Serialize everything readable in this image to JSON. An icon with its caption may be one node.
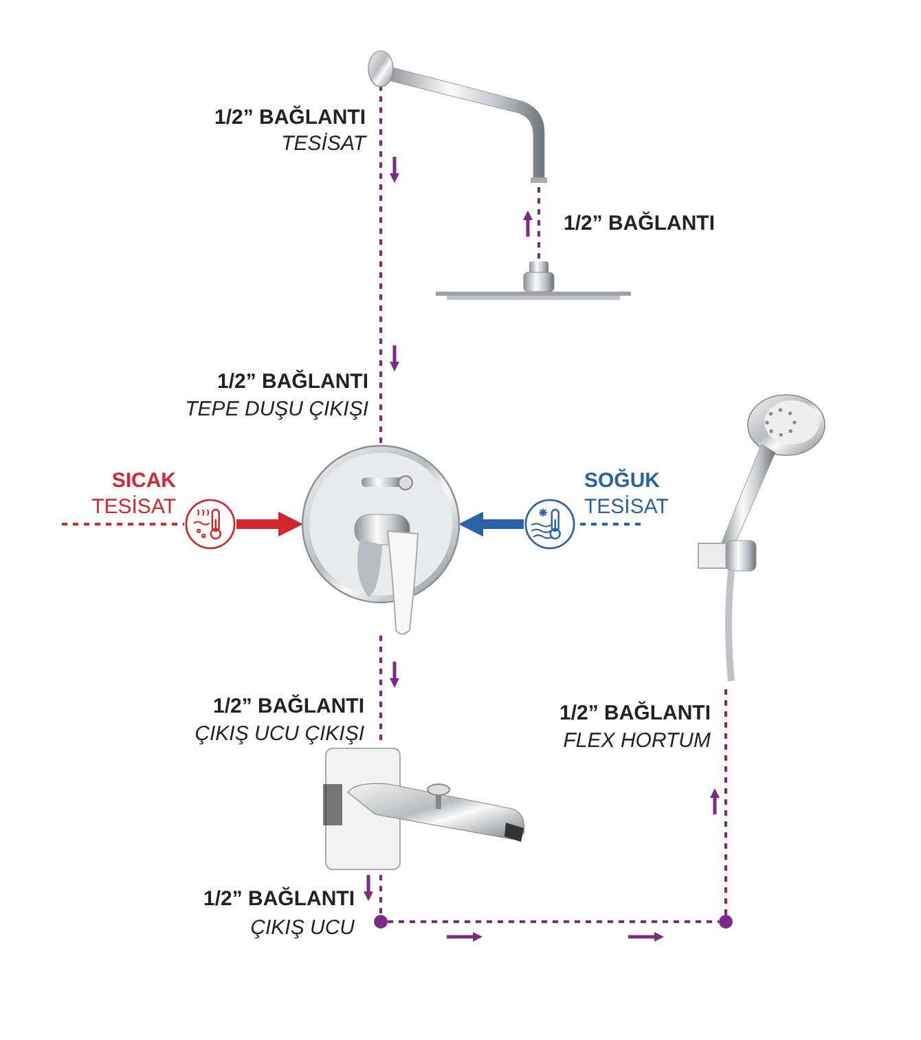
{
  "diagram": {
    "nodes": [
      {
        "text": [],
        "shape": "picture"
      },
      {
        "text": [],
        "shape": "picture"
      },
      {
        "text": [],
        "shape": "picture"
      },
      {
        "text": [],
        "shape": "picture"
      },
      {
        "text": [],
        "shape": "picture"
      },
      {
        "text": [],
        "shape": "circle",
        "beside": [
          "SICAK",
          "TESİSAT"
        ]
      },
      {
        "text": [],
        "shape": "circle",
        "beside": [
          "SOĞUK",
          "TESİSAT"
        ]
      },
      {
        "text": [],
        "shape": "circle"
      },
      {
        "text": [],
        "shape": "circle"
      }
    ],
    "edges": [
      {
        "from": 0,
        "to": 2,
        "arrow": "none",
        "style": "dashed"
      },
      {
        "from": 1,
        "to": 0,
        "arrow": "none",
        "style": "dashed"
      },
      {
        "from": 2,
        "to": 4,
        "arrow": "none",
        "style": "dashed"
      },
      {
        "from": 4,
        "to": 7,
        "arrow": "none",
        "style": "dashed"
      },
      {
        "from": 7,
        "to": 8,
        "arrow": "none",
        "style": "dashed"
      },
      {
        "from": 8,
        "to": 3,
        "arrow": "none",
        "style": "dashed"
      },
      {
        "from": null,
        "to": 5,
        "arrow": "none",
        "style": "dashed",
        "color": "#d3262d"
      },
      {
        "from": 5,
        "to": 2,
        "arrow": "to",
        "style": "thick",
        "color": "#d3262d"
      },
      {
        "from": null,
        "to": 6,
        "arrow": "none",
        "style": "dashed",
        "color": "#2a62a8"
      },
      {
        "from": 6,
        "to": 2,
        "arrow": "to",
        "style": "thick",
        "color": "#2a62a8"
      }
    ],
    "labels": [
      "1/2” BAĞLANTI",
      "TESİSAT",
      "1/2” BAĞLANTI",
      "1/2” BAĞLANTI",
      "TEPE DUŞU ÇIKIŞI",
      "1/2” BAĞLANTI",
      "ÇIKIŞ UCU ÇIKIŞI",
      "1/2” BAĞLANTI",
      "FLEX HORTUM",
      "1/2” BAĞLANTI",
      "ÇIKIŞ UCU"
    ]
  }
}
